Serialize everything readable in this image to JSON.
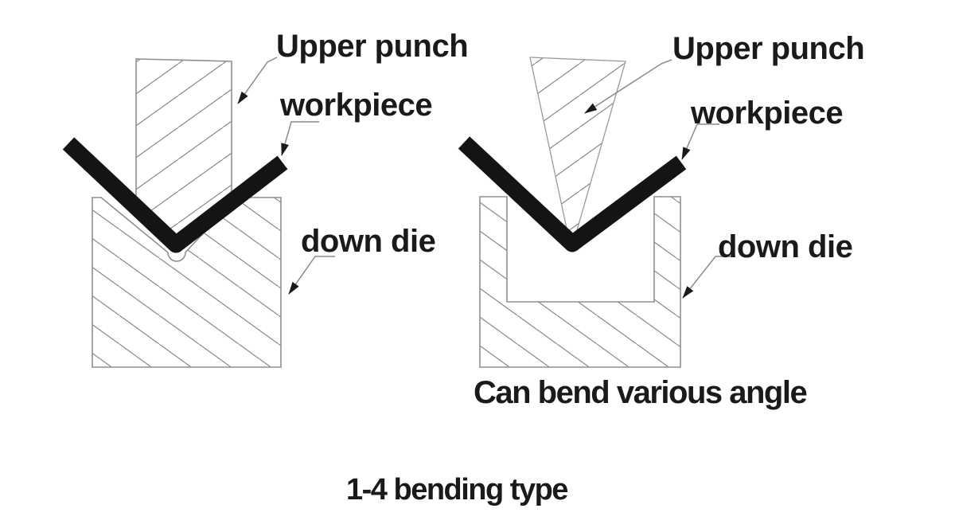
{
  "figure": {
    "caption": "1-4 bending type",
    "left_diagram": {
      "upper_punch_label": "Upper punch",
      "workpiece_label": "workpiece",
      "down_die_label": "down die"
    },
    "right_diagram": {
      "upper_punch_label": "Upper punch",
      "workpiece_label": "workpiece",
      "down_die_label": "down die",
      "note": "Can bend various angle"
    },
    "colors": {
      "ink": "#1a1a1a",
      "outline_gray": "#8f8f8f",
      "workpiece_black": "#141414",
      "background": "#ffffff"
    }
  }
}
